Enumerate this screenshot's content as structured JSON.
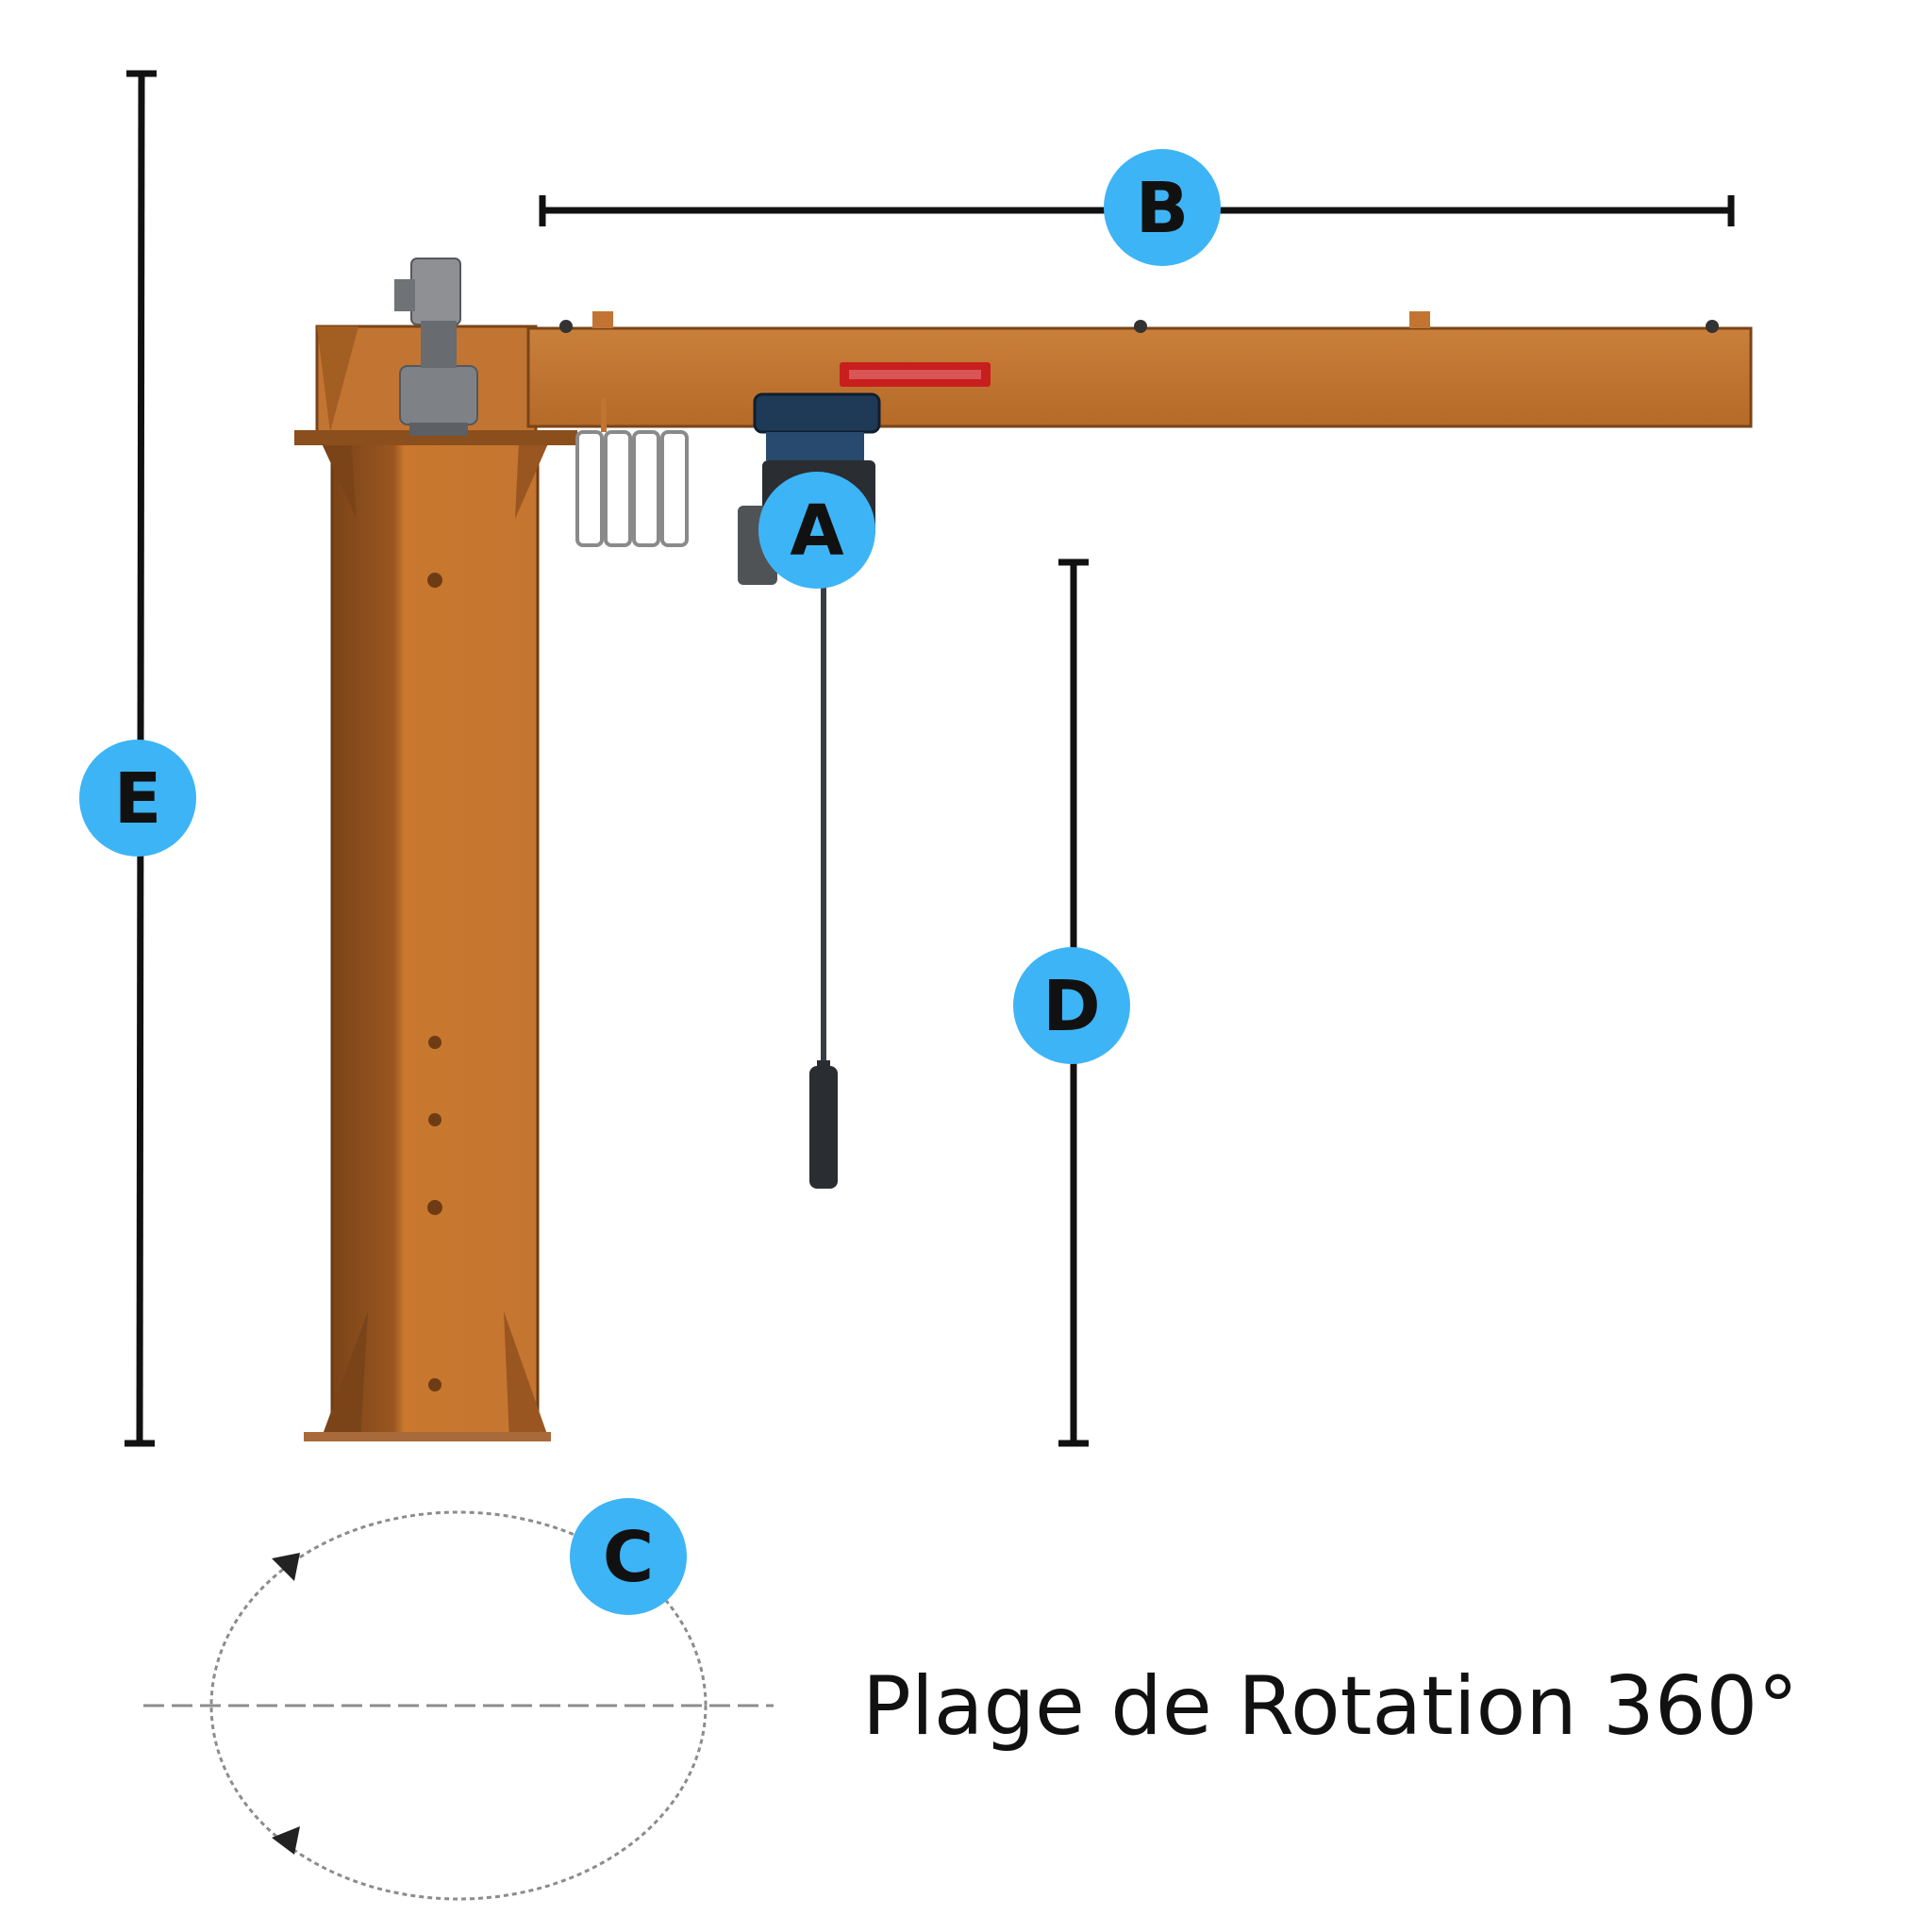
{
  "labels": {
    "a": "A",
    "b": "B",
    "c": "C",
    "d": "D",
    "e": "E"
  },
  "caption": "Plage de Rotation 360°",
  "colors": {
    "badge": "#3db4f5",
    "steel": "#c2752f",
    "steel_dark": "#8a4f1c",
    "line": "#111111"
  }
}
